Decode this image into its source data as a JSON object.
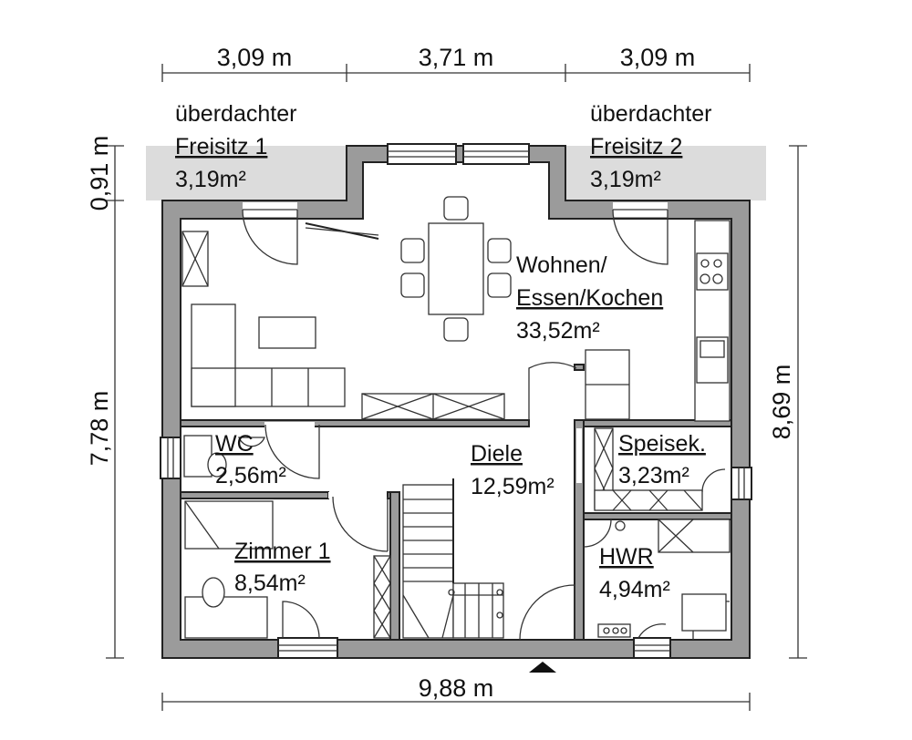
{
  "dimensions": {
    "top": [
      "3,09 m",
      "3,71 m",
      "3,09 m"
    ],
    "bottom": "9,88 m",
    "left_upper": "0,91 m",
    "left_main": "7,78 m",
    "right": "8,69 m"
  },
  "rooms": {
    "terrace1": {
      "line1": "überdachter",
      "line2": "Freisitz 1",
      "area": "3,19m²"
    },
    "terrace2": {
      "line1": "überdachter",
      "line2": "Freisitz 2",
      "area": "3,19m²"
    },
    "living": {
      "line1": "Wohnen/",
      "line2": "Essen/Kochen",
      "area": "33,52m²"
    },
    "wc": {
      "name": "WC",
      "area": "2,56m²"
    },
    "hall": {
      "name": "Diele",
      "area": "12,59m²"
    },
    "pantry": {
      "name": "Speisek.",
      "area": "3,23m²"
    },
    "room1": {
      "name": "Zimmer 1",
      "area": "8,54m²"
    },
    "utility": {
      "name": "HWR",
      "area": "4,94m²"
    }
  },
  "colors": {
    "wall": "#9b9b9b",
    "terrace": "#dcdcdc",
    "line": "#222222"
  }
}
